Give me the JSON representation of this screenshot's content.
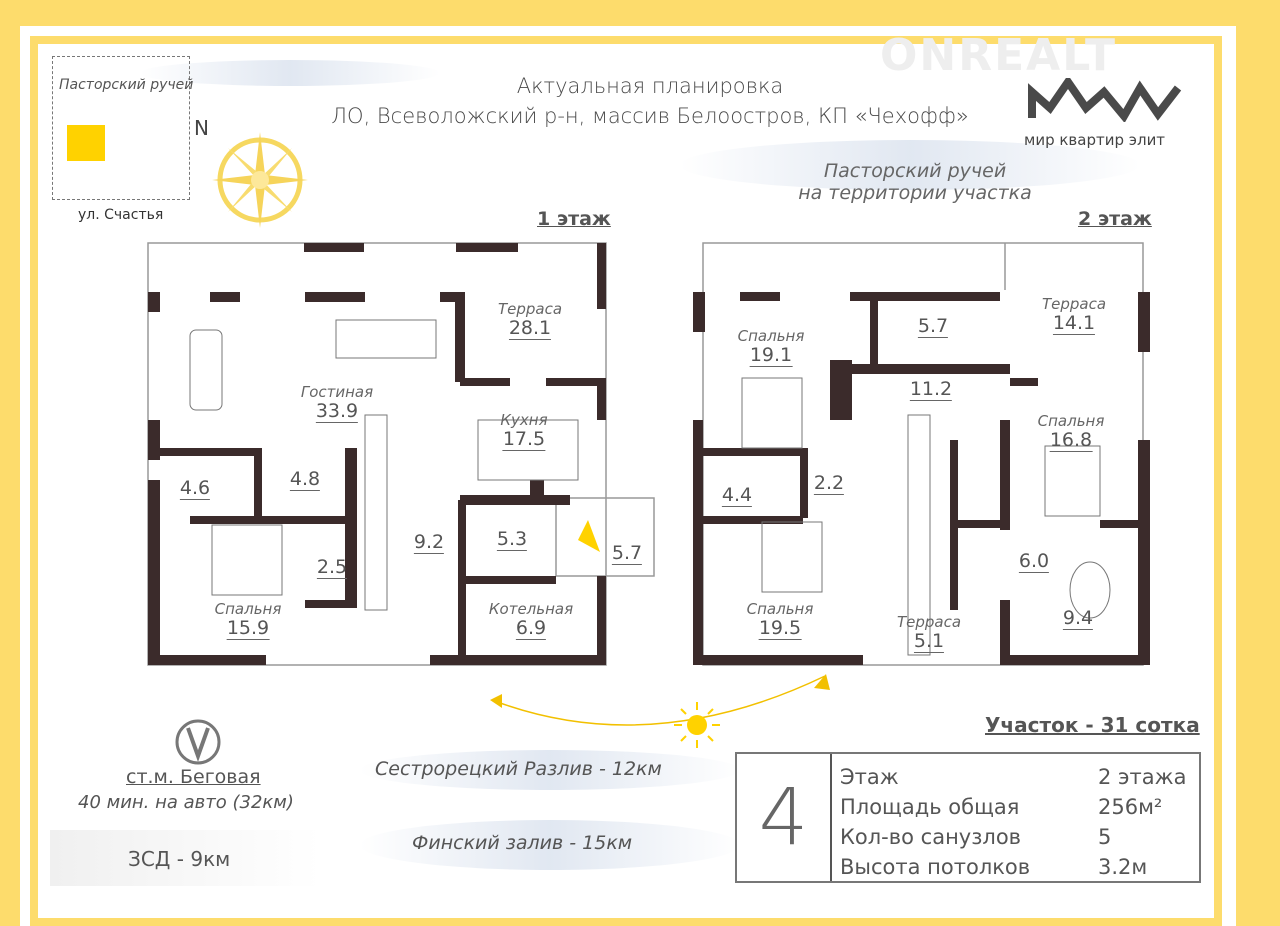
{
  "header": {
    "title_line1": "Актуальная планировка",
    "title_line2": "ЛО, Всеволожский р-н, массив Белоостров, КП «Чехофф»"
  },
  "logo": {
    "brand": "мир квартир элит",
    "watermark": "ONREALT"
  },
  "site_map": {
    "stream": "Пасторский ручей",
    "street": "ул. Счастья",
    "north": "N"
  },
  "stream_note": {
    "line1": "Пасторский ручей",
    "line2": "на территории участка"
  },
  "floor1": {
    "label": "1 этаж",
    "rooms": [
      {
        "name": "Терраса",
        "area": "28.1"
      },
      {
        "name": "Гостиная",
        "area": "33.9"
      },
      {
        "name": "Кухня",
        "area": "17.5"
      },
      {
        "name": "",
        "area": "4.6"
      },
      {
        "name": "",
        "area": "4.8"
      },
      {
        "name": "",
        "area": "9.2"
      },
      {
        "name": "",
        "area": "5.3"
      },
      {
        "name": "",
        "area": "5.7"
      },
      {
        "name": "",
        "area": "2.5"
      },
      {
        "name": "Спальня",
        "area": "15.9"
      },
      {
        "name": "Котельная",
        "area": "6.9"
      }
    ]
  },
  "floor2": {
    "label": "2 этаж",
    "rooms": [
      {
        "name": "Спальня",
        "area": "19.1"
      },
      {
        "name": "",
        "area": "5.7"
      },
      {
        "name": "Терраса",
        "area": "14.1"
      },
      {
        "name": "",
        "area": "11.2"
      },
      {
        "name": "Спальня",
        "area": "16.8"
      },
      {
        "name": "",
        "area": "4.4"
      },
      {
        "name": "",
        "area": "2.2"
      },
      {
        "name": "",
        "area": "6.0"
      },
      {
        "name": "Спальня",
        "area": "19.5"
      },
      {
        "name": "Терраса",
        "area": "5.1"
      },
      {
        "name": "",
        "area": "9.4"
      }
    ]
  },
  "metro": {
    "station": "ст.м. Беговая",
    "time": "40 мин. на авто (32км)",
    "zsd": "ЗСД - 9км"
  },
  "distances": {
    "sestroretsk": "Сестрорецкий Разлив - 12км",
    "gulf": "Финский залив - 15км"
  },
  "plot": "Участок - 31 сотка",
  "info": {
    "number": "4",
    "rows": [
      {
        "key": "Этаж",
        "value": "2 этажа"
      },
      {
        "key": "Площадь общая",
        "value": "256м²"
      },
      {
        "key": "Кол-во санузлов",
        "value": "5"
      },
      {
        "key": "Высота потолков",
        "value": "3.2м"
      }
    ]
  },
  "colors": {
    "frame": "#fddc6c",
    "wall": "#3a2a2a",
    "sun": "#ffd200"
  }
}
